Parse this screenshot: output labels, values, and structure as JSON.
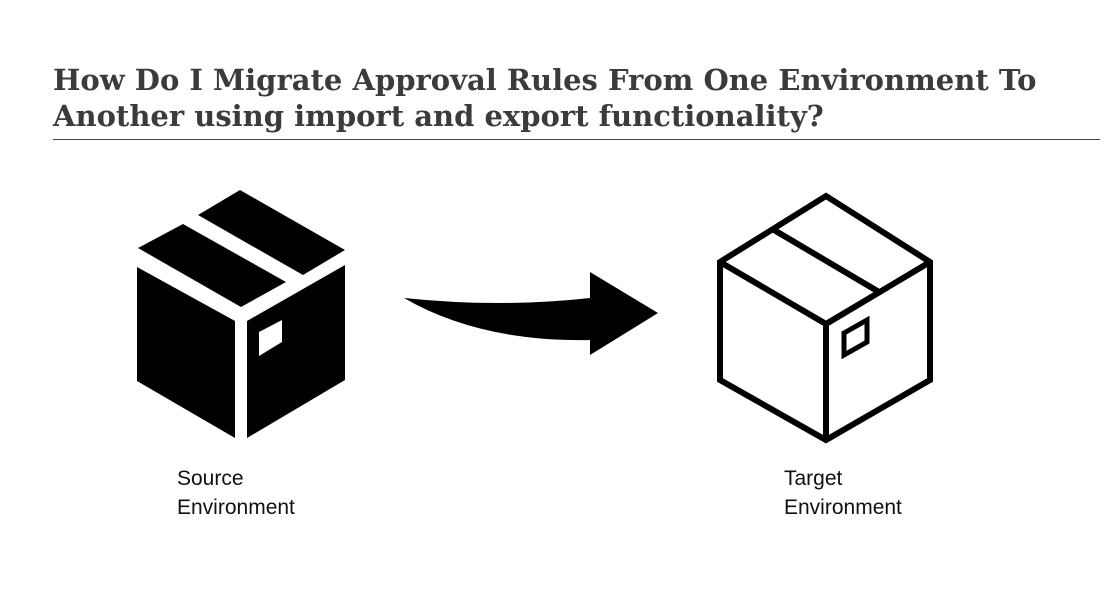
{
  "header": {
    "title_line1": "How Do I Migrate Approval Rules From One Environment To",
    "title_line2": "Another using import and export functionality?"
  },
  "diagram": {
    "source": {
      "icon": "filled-box-icon",
      "label_line1": "Source",
      "label_line2": "Environment"
    },
    "arrow": {
      "icon": "curved-arrow-icon"
    },
    "target": {
      "icon": "outline-box-icon",
      "label_line1": "Target",
      "label_line2": "Environment"
    }
  },
  "colors": {
    "ink": "#000000",
    "title": "#3b3b3b",
    "background": "#ffffff"
  }
}
